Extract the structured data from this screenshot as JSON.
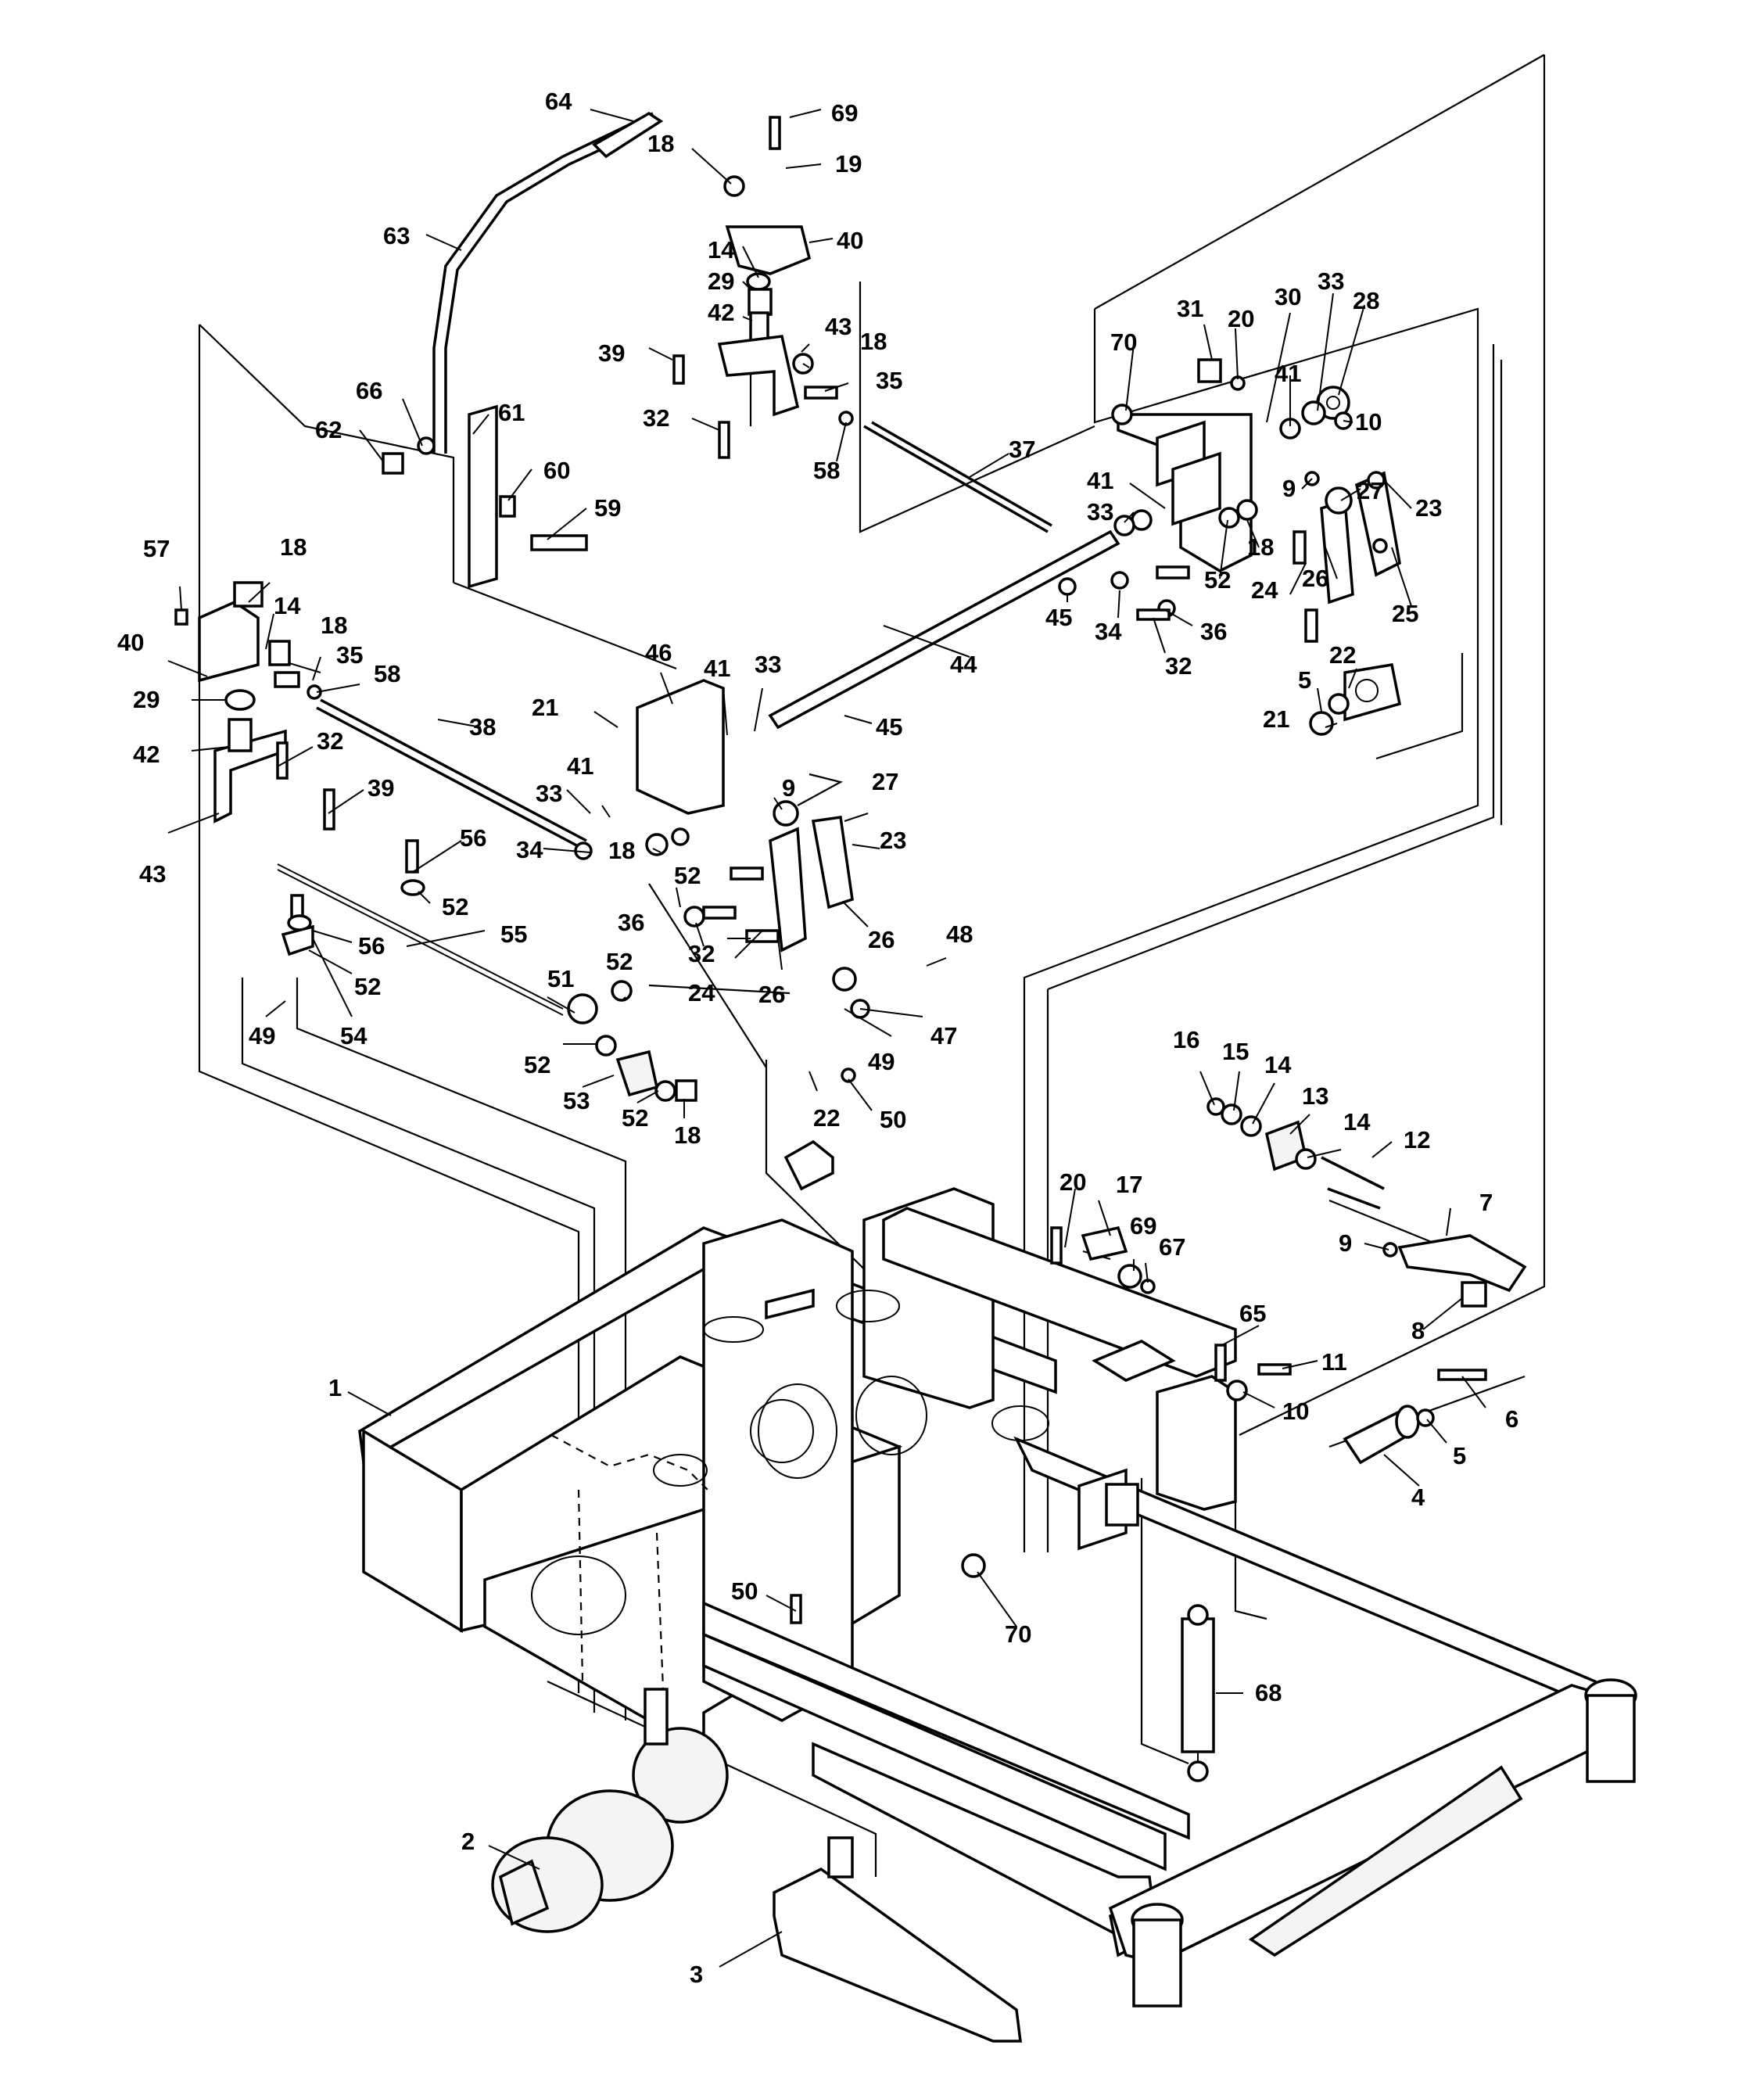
{
  "diagram": {
    "callouts": [
      {
        "id": "c64",
        "text": "64"
      },
      {
        "id": "c69a",
        "text": "69"
      },
      {
        "id": "c18a",
        "text": "18"
      },
      {
        "id": "c19",
        "text": "19"
      },
      {
        "id": "c63",
        "text": "63"
      },
      {
        "id": "c40a",
        "text": "40"
      },
      {
        "id": "c14a",
        "text": "14"
      },
      {
        "id": "c29a",
        "text": "29"
      },
      {
        "id": "c42a",
        "text": "42"
      },
      {
        "id": "c43a",
        "text": "43"
      },
      {
        "id": "c18b",
        "text": "18"
      },
      {
        "id": "c39a",
        "text": "39"
      },
      {
        "id": "c35a",
        "text": "35"
      },
      {
        "id": "c66",
        "text": "66"
      },
      {
        "id": "c61",
        "text": "61"
      },
      {
        "id": "c32a",
        "text": "32"
      },
      {
        "id": "c62",
        "text": "62"
      },
      {
        "id": "c58a",
        "text": "58"
      },
      {
        "id": "c37",
        "text": "37"
      },
      {
        "id": "c60",
        "text": "60"
      },
      {
        "id": "c59",
        "text": "59"
      },
      {
        "id": "c31",
        "text": "31"
      },
      {
        "id": "c20a",
        "text": "20"
      },
      {
        "id": "c30",
        "text": "30"
      },
      {
        "id": "c33a",
        "text": "33"
      },
      {
        "id": "c28",
        "text": "28"
      },
      {
        "id": "c70a",
        "text": "70"
      },
      {
        "id": "c41a",
        "text": "41"
      },
      {
        "id": "c10a",
        "text": "10"
      },
      {
        "id": "c41b",
        "text": "41"
      },
      {
        "id": "c33b",
        "text": "33"
      },
      {
        "id": "c9a",
        "text": "9"
      },
      {
        "id": "c27a",
        "text": "27"
      },
      {
        "id": "c23a",
        "text": "23"
      },
      {
        "id": "c18c",
        "text": "18"
      },
      {
        "id": "c52a",
        "text": "52"
      },
      {
        "id": "c24a",
        "text": "24"
      },
      {
        "id": "c26a",
        "text": "26"
      },
      {
        "id": "c25",
        "text": "25"
      },
      {
        "id": "c34a",
        "text": "34"
      },
      {
        "id": "c36a",
        "text": "36"
      },
      {
        "id": "c32b",
        "text": "32"
      },
      {
        "id": "c45a",
        "text": "45"
      },
      {
        "id": "c44",
        "text": "44"
      },
      {
        "id": "c22a",
        "text": "22"
      },
      {
        "id": "c5a",
        "text": "5"
      },
      {
        "id": "c21a",
        "text": "21"
      },
      {
        "id": "c57",
        "text": "57"
      },
      {
        "id": "c18d",
        "text": "18"
      },
      {
        "id": "c40b",
        "text": "40"
      },
      {
        "id": "c14b",
        "text": "14"
      },
      {
        "id": "c18e",
        "text": "18"
      },
      {
        "id": "c35b",
        "text": "35"
      },
      {
        "id": "c58b",
        "text": "58"
      },
      {
        "id": "c46",
        "text": "46"
      },
      {
        "id": "c41c",
        "text": "41"
      },
      {
        "id": "c33c",
        "text": "33"
      },
      {
        "id": "c45b",
        "text": "45"
      },
      {
        "id": "c29b",
        "text": "29"
      },
      {
        "id": "c21b",
        "text": "21"
      },
      {
        "id": "c38",
        "text": "38"
      },
      {
        "id": "c42b",
        "text": "42"
      },
      {
        "id": "c32c",
        "text": "32"
      },
      {
        "id": "c39b",
        "text": "39"
      },
      {
        "id": "c43b",
        "text": "43"
      },
      {
        "id": "c33d",
        "text": "33"
      },
      {
        "id": "c41d",
        "text": "41"
      },
      {
        "id": "c9b",
        "text": "9"
      },
      {
        "id": "c27b",
        "text": "27"
      },
      {
        "id": "c56a",
        "text": "56"
      },
      {
        "id": "c18f",
        "text": "18"
      },
      {
        "id": "c52b",
        "text": "52"
      },
      {
        "id": "c23b",
        "text": "23"
      },
      {
        "id": "c34b",
        "text": "34"
      },
      {
        "id": "c52c",
        "text": "52"
      },
      {
        "id": "c36b",
        "text": "36"
      },
      {
        "id": "c32d",
        "text": "32"
      },
      {
        "id": "c56b",
        "text": "56"
      },
      {
        "id": "c55",
        "text": "55"
      },
      {
        "id": "c26b",
        "text": "26"
      },
      {
        "id": "c24b",
        "text": "24"
      },
      {
        "id": "c52d",
        "text": "52"
      },
      {
        "id": "c26c",
        "text": "26"
      },
      {
        "id": "c48",
        "text": "48"
      },
      {
        "id": "c51",
        "text": "51"
      },
      {
        "id": "c52e",
        "text": "52"
      },
      {
        "id": "c49a",
        "text": "49"
      },
      {
        "id": "c54",
        "text": "54"
      },
      {
        "id": "c47",
        "text": "47"
      },
      {
        "id": "c52f",
        "text": "52"
      },
      {
        "id": "c49b",
        "text": "49"
      },
      {
        "id": "c53",
        "text": "53"
      },
      {
        "id": "c52g",
        "text": "52"
      },
      {
        "id": "c18g",
        "text": "18"
      },
      {
        "id": "c22b",
        "text": "22"
      },
      {
        "id": "c50a",
        "text": "50"
      },
      {
        "id": "c16",
        "text": "16"
      },
      {
        "id": "c15",
        "text": "15"
      },
      {
        "id": "c14c",
        "text": "14"
      },
      {
        "id": "c13",
        "text": "13"
      },
      {
        "id": "c14d",
        "text": "14"
      },
      {
        "id": "c12",
        "text": "12"
      },
      {
        "id": "c20b",
        "text": "20"
      },
      {
        "id": "c17",
        "text": "17"
      },
      {
        "id": "c7",
        "text": "7"
      },
      {
        "id": "c69b",
        "text": "69"
      },
      {
        "id": "c67",
        "text": "67"
      },
      {
        "id": "c9c",
        "text": "9"
      },
      {
        "id": "c8",
        "text": "8"
      },
      {
        "id": "c65",
        "text": "65"
      },
      {
        "id": "c11",
        "text": "11"
      },
      {
        "id": "c1",
        "text": "1"
      },
      {
        "id": "c10b",
        "text": "10"
      },
      {
        "id": "c6",
        "text": "6"
      },
      {
        "id": "c5b",
        "text": "5"
      },
      {
        "id": "c4",
        "text": "4"
      },
      {
        "id": "c50b",
        "text": "50"
      },
      {
        "id": "c70b",
        "text": "70"
      },
      {
        "id": "c68",
        "text": "68"
      },
      {
        "id": "c2",
        "text": "2"
      },
      {
        "id": "c3",
        "text": "3"
      }
    ]
  }
}
